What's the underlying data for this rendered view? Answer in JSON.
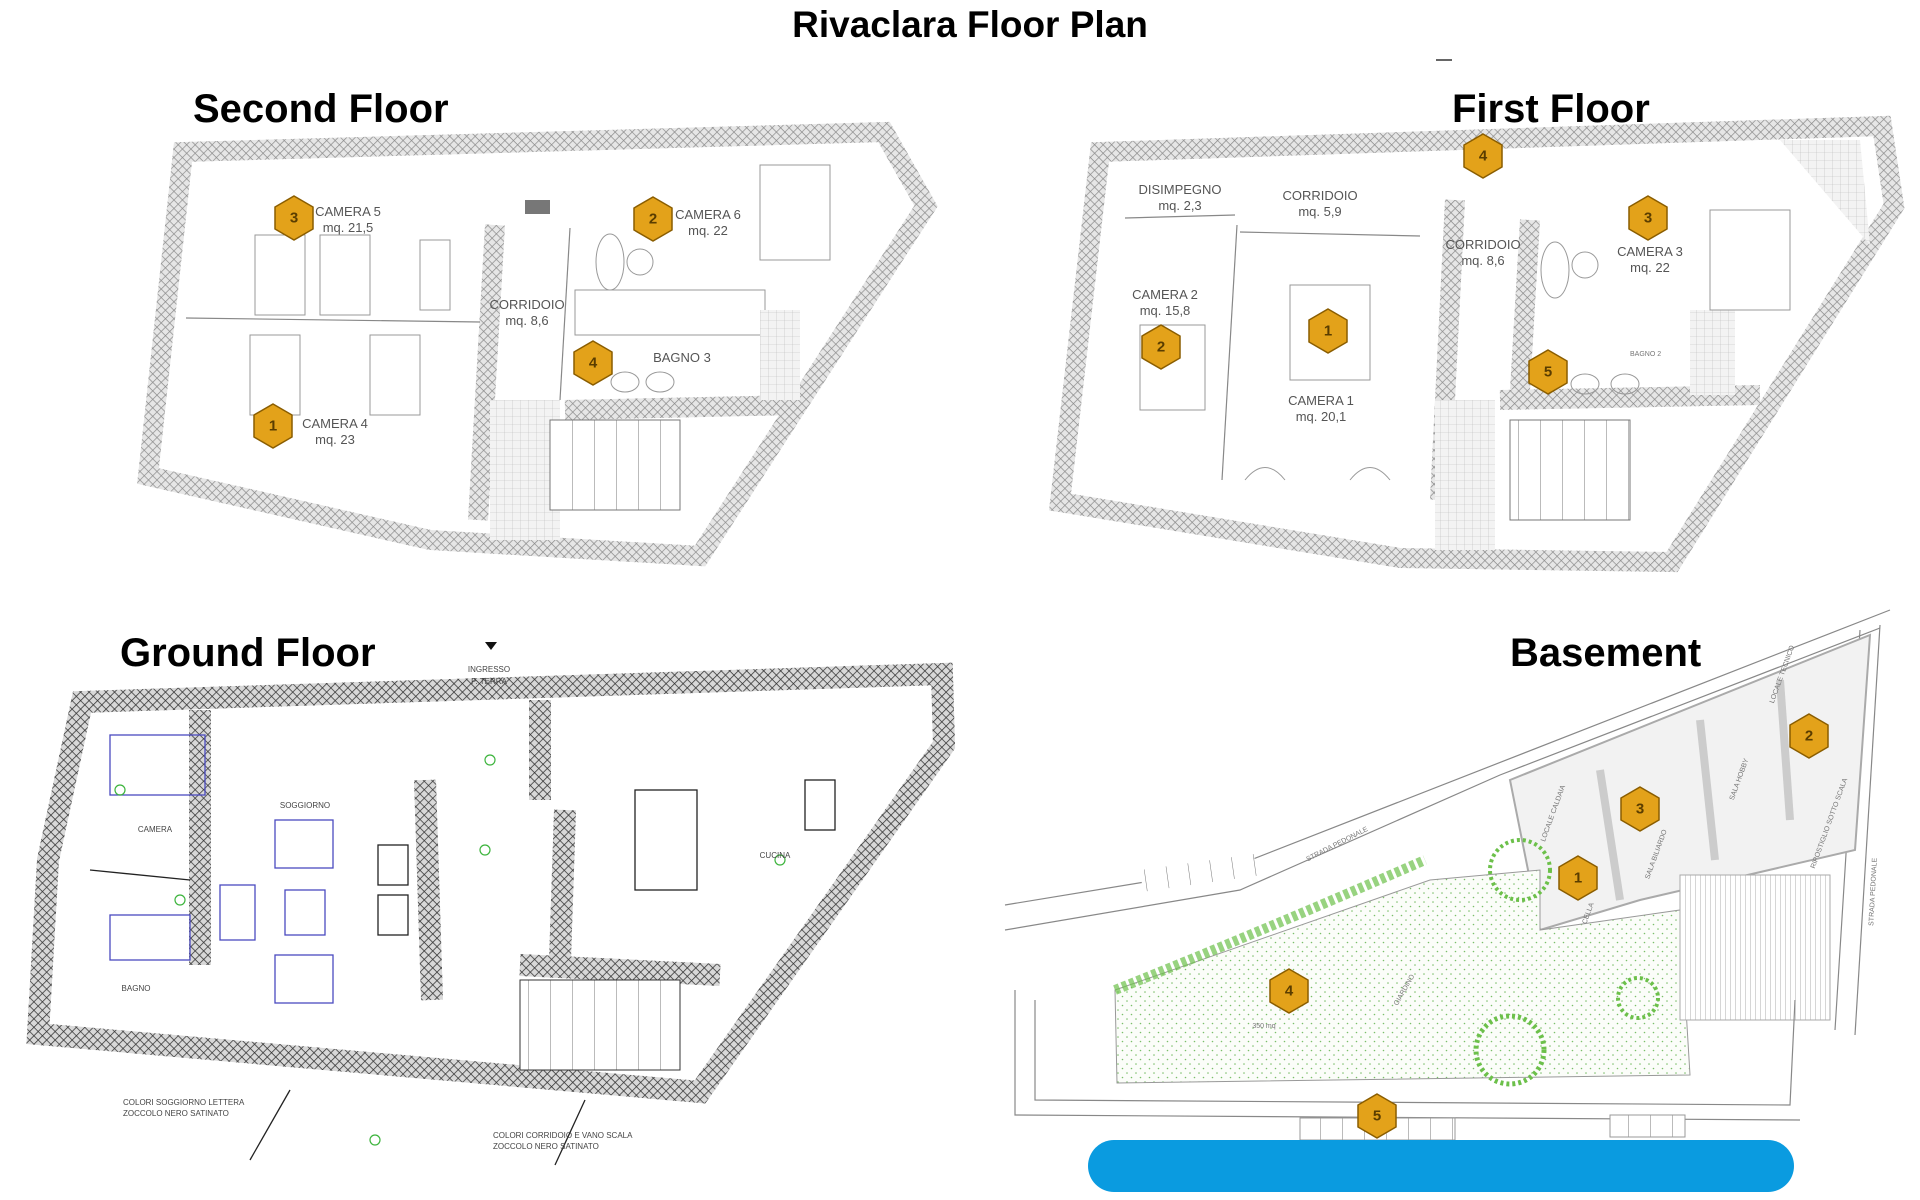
{
  "title": "Rivaclara Floor Plan",
  "colors": {
    "marker": "#E3A21A",
    "pool": "#0A9BE0",
    "walls": "#888888",
    "garden": "#6cc04a"
  },
  "second_floor": {
    "label": "Second Floor",
    "rooms": [
      {
        "name": "CAMERA 5",
        "area": "mq. 21,5",
        "marker": "3"
      },
      {
        "name": "CAMERA 6",
        "area": "mq. 22",
        "marker": "2"
      },
      {
        "name": "CORRIDOIO",
        "area": "mq. 8,6"
      },
      {
        "name": "BAGNO 3",
        "marker": "4"
      },
      {
        "name": "CAMERA 4",
        "area": "mq. 23",
        "marker": "1"
      }
    ]
  },
  "first_floor": {
    "label": "First Floor",
    "rooms": [
      {
        "name": "DISIMPEGNO",
        "area": "mq. 2,3"
      },
      {
        "name": "CORRIDOIO",
        "area": "mq. 5,9"
      },
      {
        "name": "CORRIDOIO",
        "area": "mq. 8,6",
        "marker": "4"
      },
      {
        "name": "CAMERA 3",
        "area": "mq. 22",
        "marker": "3"
      },
      {
        "name": "CAMERA 2",
        "area": "mq. 15,8",
        "marker": "2"
      },
      {
        "name": "CAMERA 1",
        "area": "mq. 20,1",
        "marker": "1"
      },
      {
        "name": "BAGNO 2",
        "marker": "5"
      }
    ]
  },
  "ground_floor": {
    "label": "Ground Floor",
    "entrance": [
      "INGRESSO",
      "P. TERRA"
    ],
    "rooms": [
      "SOGGIORNO",
      "CAMERA",
      "CUCINA",
      "BAGNO"
    ],
    "notes_left": [
      "COLORI SOGGIORNO LETTERA",
      "ZOCCOLO NERO SATINATO"
    ],
    "notes_right": [
      "COLORI CORRIDOIO E VANO SCALA",
      "ZOCCOLO NERO SATINATO"
    ]
  },
  "basement": {
    "label": "Basement",
    "streets": [
      "STRADA PEDONALE",
      "STRADA PEDONALE"
    ],
    "rooms": [
      "LOCALE CALDAIA",
      "SALA BILIARDO",
      "SALA HOBBY",
      "LOCALE TECNICO",
      "RIPOSTIGLIO SOTTO SCALA",
      "CELLA",
      "GIARDINO"
    ],
    "garden_area": "350 mq",
    "markers": [
      "1",
      "2",
      "3",
      "4",
      "5"
    ]
  }
}
